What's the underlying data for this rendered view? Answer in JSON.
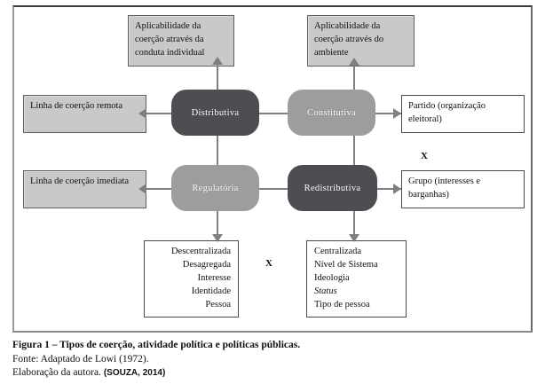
{
  "figure": {
    "outcome_boxes": [
      {
        "id": "top-left",
        "text": "Aplicabilidade da coerção através da conduta individual",
        "fill": "#c9c9c9"
      },
      {
        "id": "top-right",
        "text": "Aplicabilidade da coerção através do ambiente",
        "fill": "#c9c9c9"
      },
      {
        "id": "left-upper",
        "text": "Linha de coerção remota",
        "fill": "#c9c9c9"
      },
      {
        "id": "left-lower",
        "text": "Linha de coerção imediata",
        "fill": "#c9c9c9"
      }
    ],
    "nodes": [
      {
        "id": "distributiva",
        "label": "Distributiva",
        "fill": "#4e4e52",
        "tone": "dark"
      },
      {
        "id": "constitutiva",
        "label": "Constitutiva",
        "fill": "#9d9d9d",
        "tone": "light"
      },
      {
        "id": "regulatoria",
        "label": "Regulatória",
        "fill": "#9d9d9d",
        "tone": "light"
      },
      {
        "id": "redistributiva",
        "label": "Redistributiva",
        "fill": "#4e4e52",
        "tone": "dark"
      }
    ],
    "right_boxes": [
      {
        "id": "partido",
        "line1": "Partido",
        "line2": "(organização eleitoral)"
      },
      {
        "id": "grupo",
        "line1": "Grupo",
        "line2": "(interesses e barganhas)"
      }
    ],
    "attribute_lists": [
      {
        "id": "regulatoria-attributes",
        "align": "right",
        "items": [
          "Descentralizada",
          "Desagregada",
          "Interesse",
          "Identidade",
          "Pessoa"
        ]
      },
      {
        "id": "redistributiva-attributes",
        "align": "left",
        "items": [
          "Centralizada",
          "Nível de Sistema",
          "Ideologia",
          "Status",
          "Tipo de pessoa"
        ],
        "italic_items": [
          "Status"
        ]
      }
    ],
    "x_markers": [
      {
        "id": "x-right",
        "label": "X"
      },
      {
        "id": "x-bottom",
        "label": "X"
      }
    ]
  },
  "caption": {
    "title": "Figura 1 – Tipos de coerção, atividade política e políticas públicas.",
    "source": "Fonte: Adaptado de Lowi (1972).",
    "author": "Elaboração da autora.",
    "citation": "(SOUZA, 2014)"
  }
}
